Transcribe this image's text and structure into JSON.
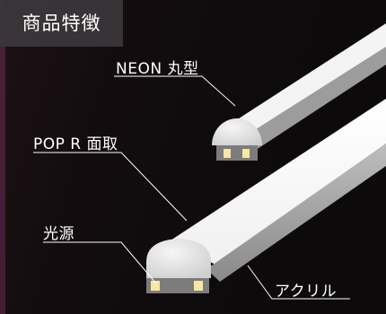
{
  "title": "商品特徴",
  "callouts": {
    "neon_round": "NEON 丸型",
    "pop_r": "POP R 面取",
    "light_source": "光源",
    "acrylic": "アクリル"
  }
}
